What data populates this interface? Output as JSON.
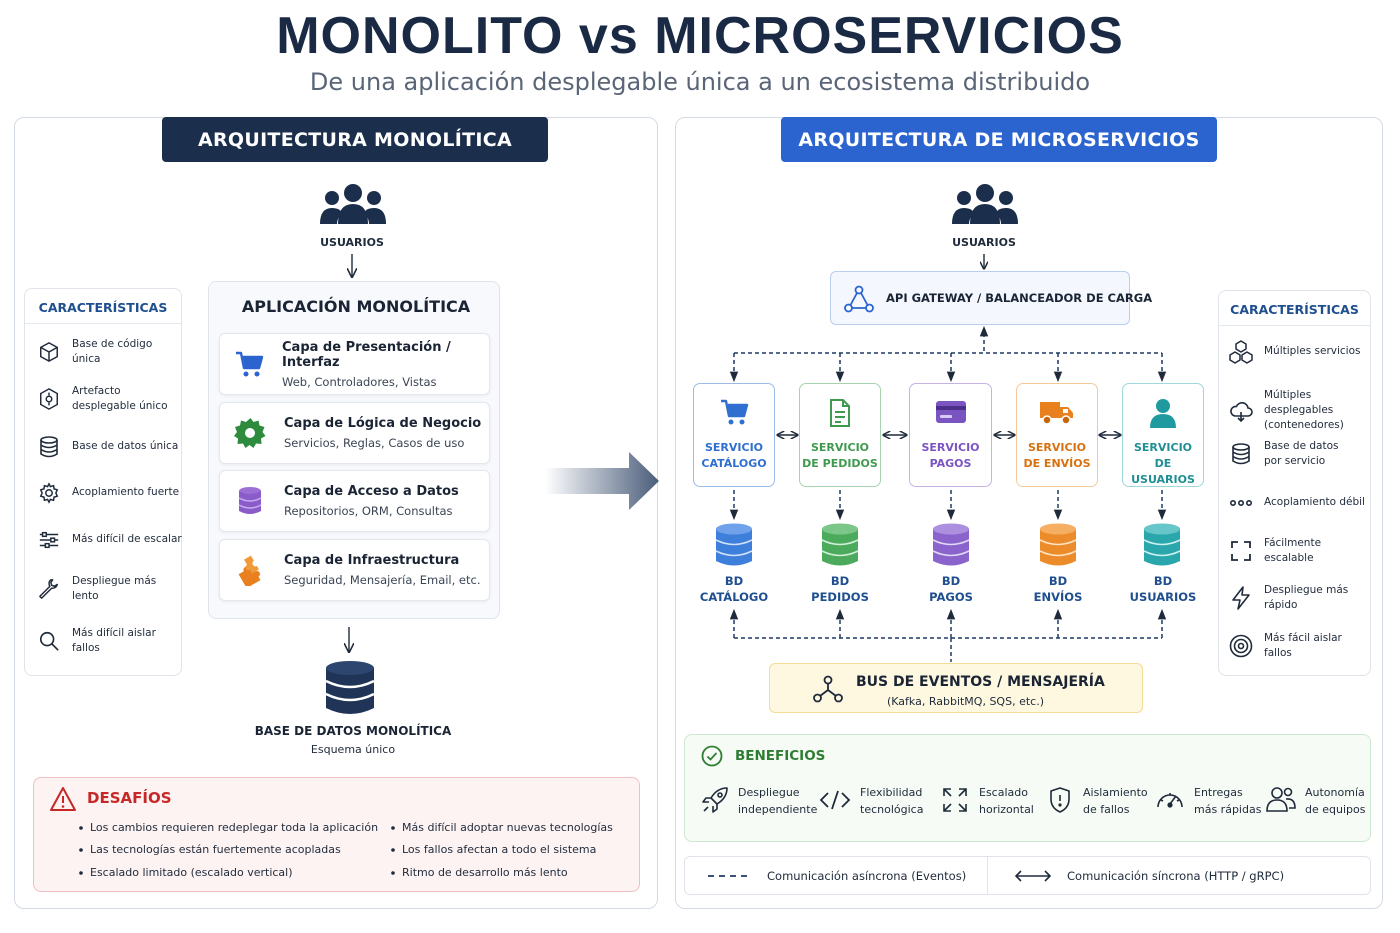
{
  "header": {
    "title": "MONOLITO vs MICROSERVICIOS",
    "subtitle": "De una aplicación desplegable única a un ecosistema distribuido"
  },
  "monolith": {
    "banner": "ARQUITECTURA MONOLÍTICA",
    "users_label": "USUARIOS",
    "features": {
      "title": "CARACTERÍSTICAS",
      "items": [
        {
          "label": "Base de código única",
          "icon": "cube-icon"
        },
        {
          "label": "Artefacto desplegable único",
          "icon": "package-icon"
        },
        {
          "label": "Base de datos única",
          "icon": "database-icon"
        },
        {
          "label": "Acoplamiento fuerte",
          "icon": "gear-icon"
        },
        {
          "label": "Más difícil de escalar",
          "icon": "sliders-icon"
        },
        {
          "label": "Despliegue más lento",
          "icon": "wrench-icon"
        },
        {
          "label": "Más difícil aislar fallos",
          "icon": "search-icon"
        }
      ]
    },
    "app": {
      "title": "APLICACIÓN MONOLÍTICA",
      "layers": [
        {
          "title": "Capa de Presentación / Interfaz",
          "sub": "Web, Controladores, Vistas",
          "icon": "cart-icon"
        },
        {
          "title": "Capa de Lógica de Negocio",
          "sub": "Servicios, Reglas, Casos de uso",
          "icon": "gear-icon"
        },
        {
          "title": "Capa de Acceso a Datos",
          "sub": "Repositorios, ORM, Consultas",
          "icon": "database-icon"
        },
        {
          "title": "Capa de Infraestructura",
          "sub": "Seguridad, Mensajería, Email, etc.",
          "icon": "puzzle-icon"
        }
      ]
    },
    "database": {
      "title": "BASE DE DATOS MONOLÍTICA",
      "sub": "Esquema único"
    },
    "challenges": {
      "title": "DESAFÍOS",
      "left": [
        "Los cambios requieren redeplegar toda la aplicación",
        "Las tecnologías están fuertemente acopladas",
        "Escalado limitado (escalado vertical)"
      ],
      "right": [
        "Más difícil adoptar nuevas tecnologías",
        "Los fallos afectan a todo el sistema",
        "Ritmo de desarrollo más lento"
      ]
    }
  },
  "micro": {
    "banner": "ARQUITECTURA DE MICROSERVICIOS",
    "users_label": "USUARIOS",
    "gateway": "API GATEWAY / BALANCEADOR DE CARGA",
    "services": [
      {
        "line1": "SERVICIO",
        "line2": "CATÁLOGO",
        "color": "#2f6fcf",
        "icon": "cart-icon",
        "db1": "BD",
        "db2": "CATÁLOGO"
      },
      {
        "line1": "SERVICIO",
        "line2": "DE PEDIDOS",
        "color": "#3f9a4f",
        "icon": "document-icon",
        "db1": "BD",
        "db2": "PEDIDOS"
      },
      {
        "line1": "SERVICIO",
        "line2": "PAGOS",
        "color": "#7a55c2",
        "icon": "credit-card-icon",
        "db1": "BD",
        "db2": "PAGOS"
      },
      {
        "line1": "SERVICIO",
        "line2": "DE ENVÍOS",
        "color": "#e8801f",
        "icon": "truck-icon",
        "db1": "BD",
        "db2": "ENVÍOS"
      },
      {
        "line1": "SERVICIO",
        "line2": "DE USUARIOS",
        "color": "#1f9ba0",
        "icon": "user-icon",
        "db1": "BD",
        "db2": "USUARIOS"
      }
    ],
    "bus": {
      "title": "BUS DE EVENTOS / MENSAJERÍA",
      "sub": "(Kafka, RabbitMQ, SQS, etc.)"
    },
    "features": {
      "title": "CARACTERÍSTICAS",
      "items": [
        {
          "label": "Múltiples servicios",
          "icon": "cubes-icon"
        },
        {
          "label": "Múltiples desplegables (contenedores)",
          "icon": "cloud-icon"
        },
        {
          "label": "Base de datos por servicio",
          "icon": "database-icon"
        },
        {
          "label": "Acoplamiento débil",
          "icon": "dots-icon"
        },
        {
          "label": "Fácilmente escalable",
          "icon": "expand-icon"
        },
        {
          "label": "Despliegue más rápido",
          "icon": "lightning-icon"
        },
        {
          "label": "Más fácil aislar fallos",
          "icon": "target-icon"
        }
      ]
    },
    "benefits": {
      "title": "BENEFICIOS",
      "items": [
        {
          "line1": "Despliegue",
          "line2": "independiente",
          "icon": "rocket-icon"
        },
        {
          "line1": "Flexibilidad",
          "line2": "tecnológica",
          "icon": "code-icon"
        },
        {
          "line1": "Escalado",
          "line2": "horizontal",
          "icon": "expand-arrows-icon"
        },
        {
          "line1": "Aislamiento",
          "line2": "de fallos",
          "icon": "shield-icon"
        },
        {
          "line1": "Entregas",
          "line2": "más rápidas",
          "icon": "speedometer-icon"
        },
        {
          "line1": "Autonomía",
          "line2": "de equipos",
          "icon": "team-icon"
        }
      ]
    },
    "legend": {
      "async": "Comunicación asíncrona (Eventos)",
      "sync": "Comunicación síncrona (HTTP / gRPC)"
    }
  },
  "colors": {
    "navy": "#1b2e4b",
    "blue": "#2b63cf",
    "feature_title": "#1f4f8f",
    "challenge_red": "#c62828",
    "benefit_green": "#2e7d32",
    "bus_bg": "#fff8e1"
  }
}
